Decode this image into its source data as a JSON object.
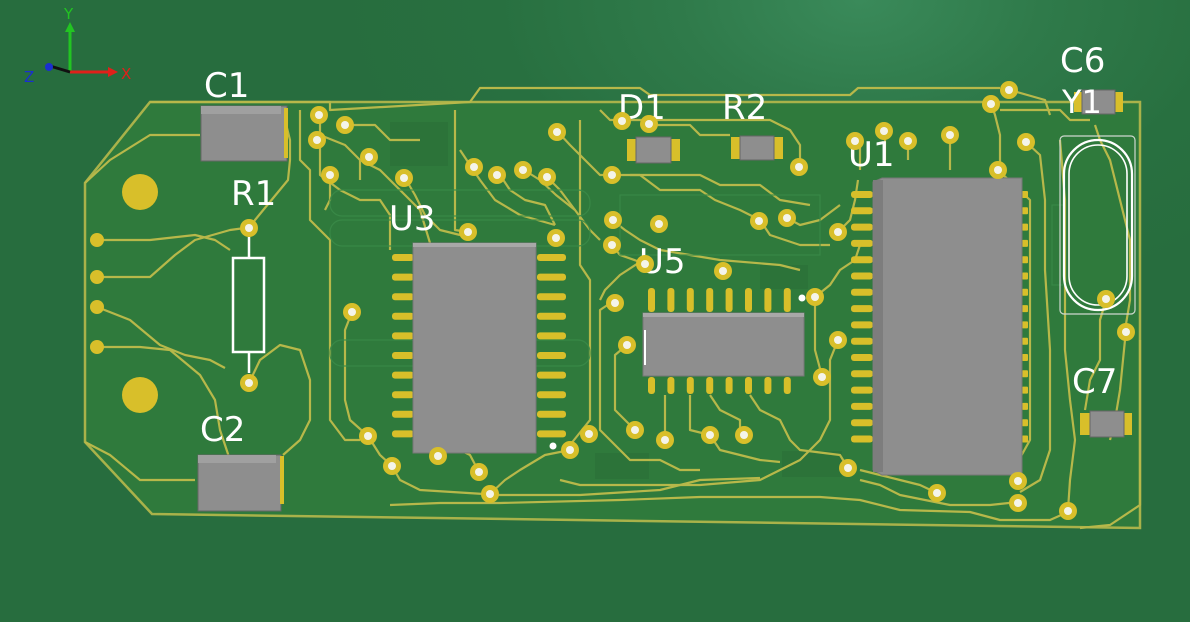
{
  "view": {
    "background_color": "#2e7848",
    "board_color": "#2f7a3c",
    "trace_color": "#b7b84a",
    "pad_color": "#d8bf2a",
    "body_color": "#8e8e8e"
  },
  "axes": {
    "x_label": "X",
    "y_label": "Y",
    "z_label": "Z",
    "x_color": "#e0201a",
    "y_color": "#22c422",
    "z_color": "#1a2fd0"
  },
  "components": {
    "c1": "C1",
    "c2": "C2",
    "r1": "R1",
    "d1": "D1",
    "r2": "R2",
    "u1": "U1",
    "u3": "U3",
    "u5": "U5",
    "c6": "C6",
    "y1": "Y1",
    "c7": "C7"
  }
}
